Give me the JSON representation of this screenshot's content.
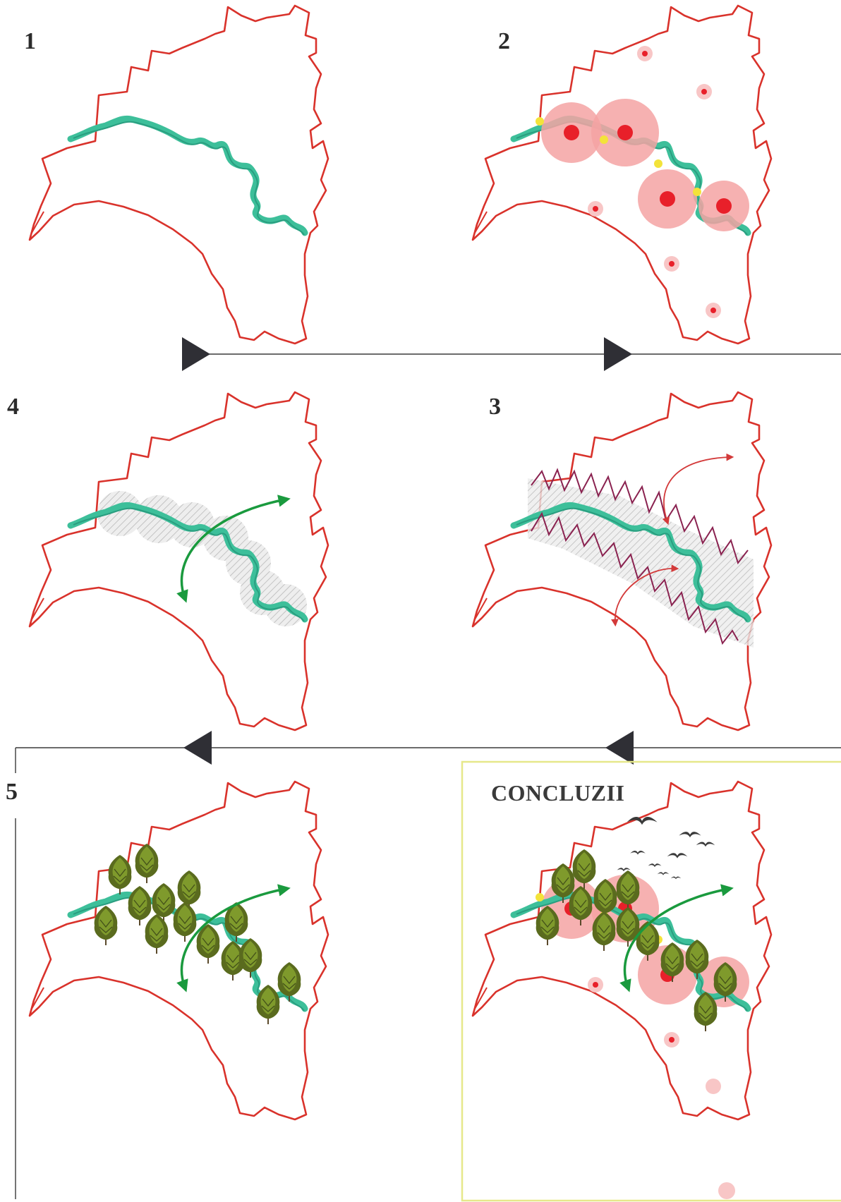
{
  "steps": {
    "s1": "1",
    "s2": "2",
    "s3": "3",
    "s4": "4",
    "s5": "5"
  },
  "conclusion_title": "CONCLUZII",
  "colors": {
    "boundary": "#d9322b",
    "river": "#3dbf9a",
    "zone": "#f4a3a3",
    "zone_core": "#e8202a",
    "node": "#f3e33a",
    "buffer": "#cfcfcf",
    "zigzag": "#8a2250",
    "curved_arrow_green": "#1a9a3e",
    "curved_arrow_red": "#d33a3a",
    "flow_arrow": "#2f2f35",
    "tree": "#5a6b1e",
    "conclusion_frame": "#e6e88a"
  },
  "icons": [
    "tree-icon",
    "bird-icon",
    "flow-arrow-icon",
    "curved-double-arrow-icon"
  ]
}
